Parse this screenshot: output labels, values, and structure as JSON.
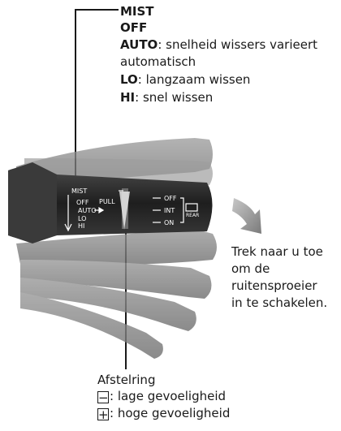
{
  "wiper_modes": [
    {
      "key": "MIST",
      "desc": ""
    },
    {
      "key": "OFF",
      "desc": ""
    },
    {
      "key": "AUTO",
      "desc": ": snelheid wissers varieert",
      "desc2": "automatisch"
    },
    {
      "key": "LO",
      "desc": ": langzaam wissen"
    },
    {
      "key": "HI",
      "desc": ": snel wissen"
    }
  ],
  "pull_note": [
    "Trek naar u toe",
    "om de",
    "ruitensproeier",
    "in te schakelen."
  ],
  "adjust": {
    "title": "Afstelring",
    "minus_symbol": "−",
    "minus_desc": ": lage gevoeligheid",
    "plus_symbol": "+",
    "plus_desc": ": hoge gevoeligheid"
  },
  "stalk_labels": {
    "left": [
      "MIST",
      "OFF",
      "AUTO",
      "LO",
      "HI"
    ],
    "pull": "PULL",
    "right": [
      "OFF",
      "INT",
      "ON"
    ],
    "rear": "REAR"
  },
  "colors": {
    "text": "#1a1a1a",
    "stalk_dark": "#2b2b2b",
    "stalk_light": "#8a8a8a",
    "arrow": "#9a9a9a"
  }
}
